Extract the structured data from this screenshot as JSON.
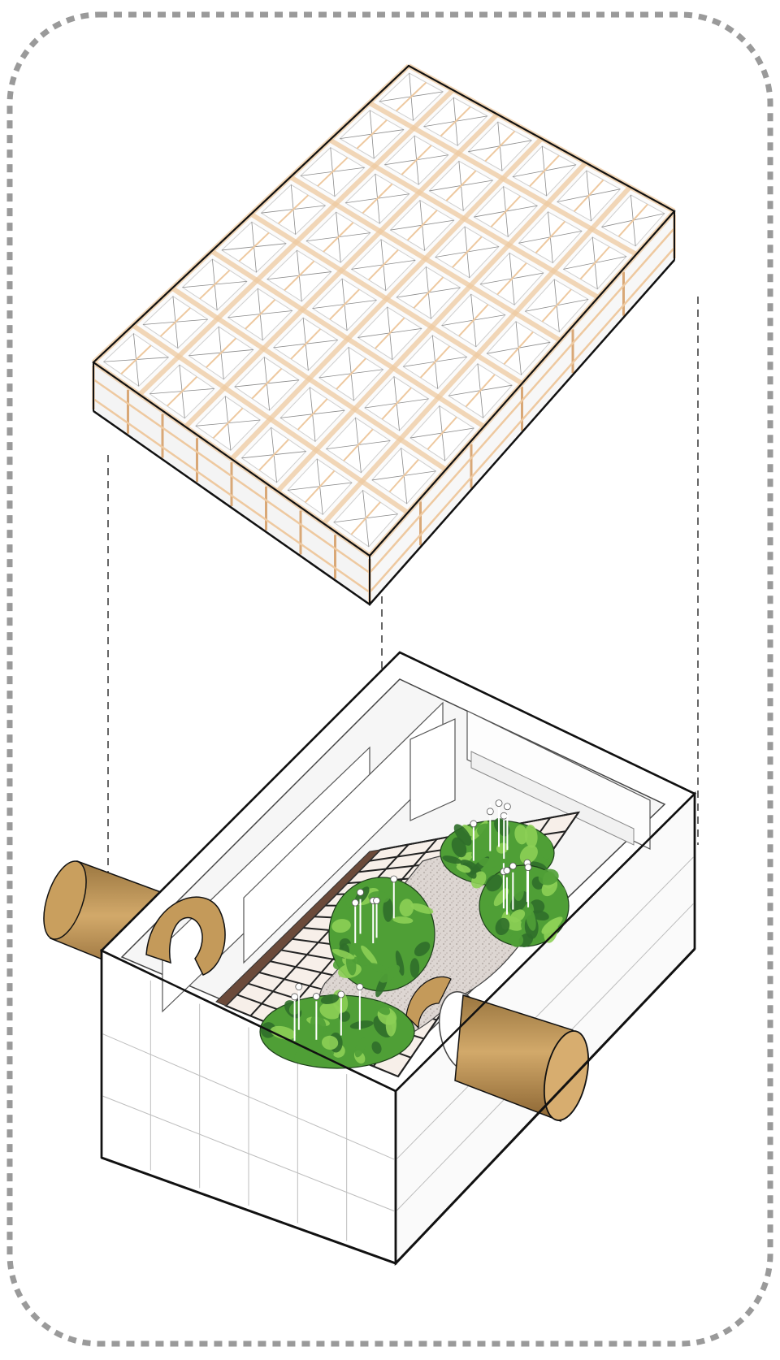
{
  "diagram": {
    "kind": "exploded-axonometric",
    "parts": [
      {
        "id": "roof-frame",
        "description_visible": false
      },
      {
        "id": "base-enclosure",
        "description_visible": false
      }
    ],
    "roof_grid": {
      "cols": 6,
      "rows": 8
    },
    "floor_grid": {
      "cols": 4,
      "rows": 12
    }
  },
  "colors": {
    "frame_border": "#9a9a9a",
    "outline": "#111111",
    "timber": "#eec9a0",
    "timber_dark": "#d9a877",
    "glass": "#f4f4f4",
    "wall_line": "#bdbdbd",
    "pipe": "#c79c5b",
    "pipe_dark": "#8c6a36",
    "gravel": "#d8d0cc",
    "plant_light": "#8ccf55",
    "plant_mid": "#4f9f36",
    "plant_dark": "#2f6e2a",
    "tile": "#f7efe9",
    "tile_line": "#222222",
    "soil": "#6b4a3a"
  },
  "icons": [
    "dashed-border-frame",
    "timber-roof-icon",
    "planter-base-icon",
    "pipe-icon"
  ]
}
